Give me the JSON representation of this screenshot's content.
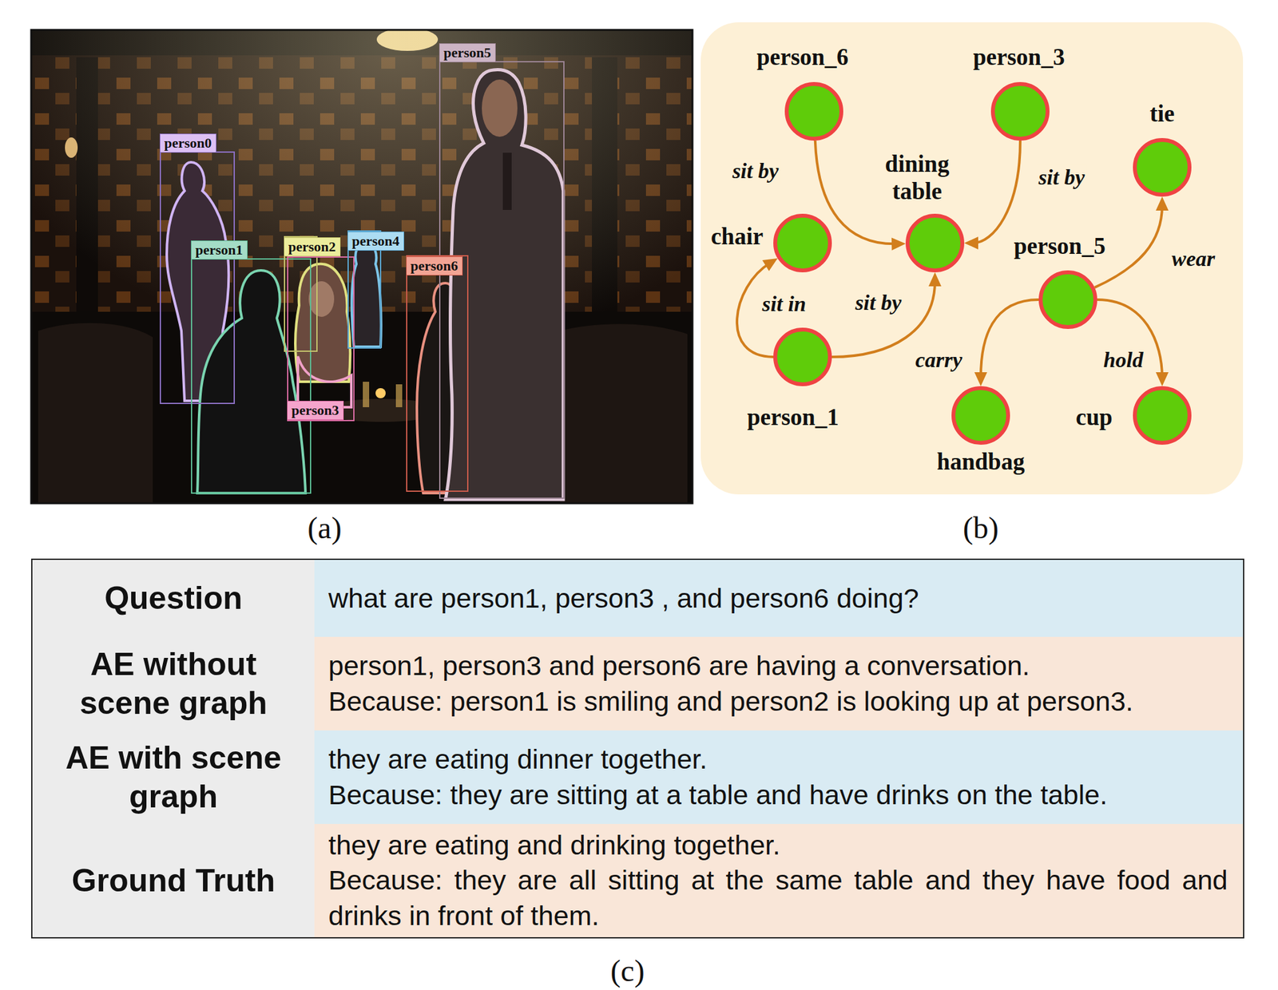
{
  "diagram": {
    "nodes": [
      {
        "text": [
          "person0"
        ]
      },
      {
        "text": [
          "person1"
        ]
      },
      {
        "text": [
          "person2"
        ]
      },
      {
        "text": [
          "person3"
        ]
      },
      {
        "text": [
          "person4"
        ]
      },
      {
        "text": [
          "person5"
        ]
      },
      {
        "text": [
          "person6"
        ]
      },
      {
        "text": [
          "person_6"
        ]
      },
      {
        "text": [
          "person_3"
        ]
      },
      {
        "text": [
          "tie"
        ]
      },
      {
        "text": [
          "dining table"
        ]
      },
      {
        "text": [
          "chair"
        ]
      },
      {
        "text": [
          "person_5"
        ]
      },
      {
        "text": [
          "person_1"
        ]
      },
      {
        "text": [
          "handbag"
        ]
      },
      {
        "text": [
          "cup"
        ]
      }
    ],
    "edges": [
      {
        "from": 7,
        "to": 10,
        "label": "sit by",
        "arrow": "to"
      },
      {
        "from": 8,
        "to": 10,
        "label": "sit by",
        "arrow": "to"
      },
      {
        "from": 13,
        "to": 11,
        "label": "sit in",
        "arrow": "to"
      },
      {
        "from": 13,
        "to": 10,
        "label": "sit by",
        "arrow": "to"
      },
      {
        "from": 12,
        "to": 9,
        "label": "wear",
        "arrow": "to"
      },
      {
        "from": 12,
        "to": 14,
        "label": "carry",
        "arrow": "to"
      },
      {
        "from": 12,
        "to": 15,
        "label": "hold",
        "arrow": "to"
      }
    ],
    "labels": [
      "(a)",
      "(b)",
      "Question",
      "what are person1, person3 , and person6 doing?",
      "AE without scene graph",
      "person1, person3 and person6 are having a conversation.",
      "Because: person1 is smiling and person2 is looking up at person3.",
      "AE with scene graph",
      "they are eating dinner together.",
      "Because: they are sitting at a table and have drinks on the table.",
      "Ground Truth",
      "they are eating and drinking together.",
      "Because: they are all sitting at the same table and they have food and drinks in front of them.",
      "(c)"
    ]
  }
}
